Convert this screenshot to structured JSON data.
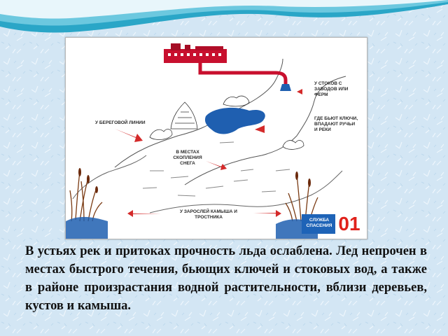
{
  "diagram": {
    "labels": {
      "factory_runoff": "У СТОКОВ С ЗАВОДОВ ИЛИ ФЕРМ",
      "shoreline": "У БЕРЕГОВОЙ ЛИНИИ",
      "springs": "ГДЕ БЬЮТ КЛЮЧИ, ВПАДАЮТ РУЧЬИ И РЕКИ",
      "snow": "В МЕСТАХ СКОПЛЕНИЯ СНЕГА",
      "reeds": "У ЗАРОСЛЕЙ КАМЫША И ТРОСТНИКА"
    },
    "badge": {
      "text": "СЛУЖБА СПАСЕНИЯ",
      "number": "01"
    },
    "colors": {
      "arrow": "#d42a2a",
      "water": "#1f5fb0",
      "factory": "#c8102e",
      "badge_blue": "#1e63b7",
      "badge_red": "#e0221b"
    }
  },
  "caption": "В устьях рек и притоках прочность льда ослаблена. Лед непрочен в местах быстрого течения, бьющих ключей и стоковых вод, а также в районе произрастания водной растительности, вблизи деревьев, кустов и камыша."
}
